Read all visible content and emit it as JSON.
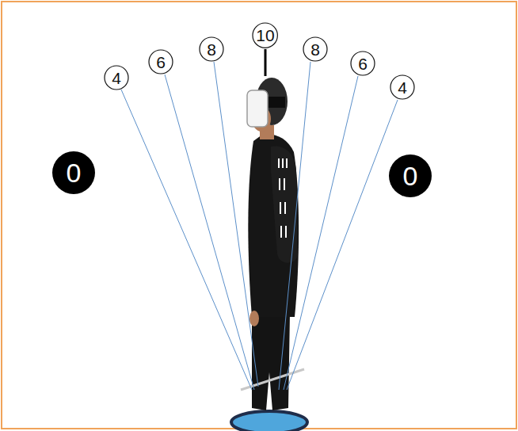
{
  "diagram": {
    "nodes": [
      {
        "text": [
          "4"
        ]
      },
      {
        "text": [
          "6"
        ]
      },
      {
        "text": [
          "8"
        ]
      },
      {
        "text": [
          "10"
        ]
      },
      {
        "text": [
          "8"
        ]
      },
      {
        "text": [
          "6"
        ]
      },
      {
        "text": [
          "4"
        ]
      },
      {
        "text": [
          "0"
        ]
      },
      {
        "text": [
          "0"
        ]
      }
    ]
  }
}
